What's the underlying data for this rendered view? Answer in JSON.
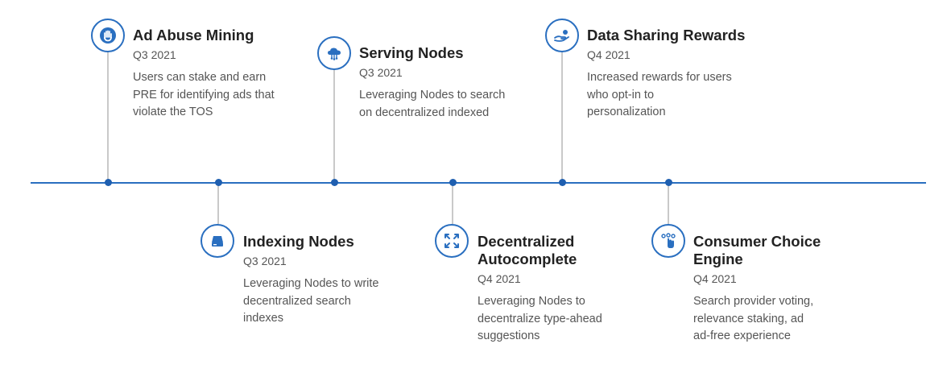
{
  "colors": {
    "accent": "#2a6fc0",
    "dot": "#1f5fb0",
    "stem": "#c9c9c9",
    "title": "#222222",
    "text": "#555555"
  },
  "milestones": [
    {
      "title_lines": [
        "Ad Abuse Mining"
      ],
      "date": "Q3 2021",
      "desc_lines": [
        "Users can stake and earn",
        "PRE for identifying ads that",
        "violate the TOS"
      ],
      "icon": "hand-stop-icon"
    },
    {
      "title_lines": [
        "Indexing Nodes"
      ],
      "date": "Q3 2021",
      "desc_lines": [
        "Leveraging Nodes to write",
        "decentralized search",
        "indexes"
      ],
      "icon": "hard-drive-icon"
    },
    {
      "title_lines": [
        "Serving Nodes"
      ],
      "date": "Q3 2021",
      "desc_lines": [
        "Leveraging Nodes to search",
        "on decentralized indexed"
      ],
      "icon": "cloud-network-icon"
    },
    {
      "title_lines": [
        "Decentralized",
        "Autocomplete"
      ],
      "date": "Q4 2021",
      "desc_lines": [
        "Leveraging Nodes to",
        "decentralize type-ahead",
        "suggestions"
      ],
      "icon": "expand-arrows-icon"
    },
    {
      "title_lines": [
        "Data Sharing Rewards"
      ],
      "date": "Q4 2021",
      "desc_lines": [
        "Increased rewards for users",
        "who opt-in to",
        "personalization"
      ],
      "icon": "hand-reward-icon"
    },
    {
      "title_lines": [
        "Consumer Choice",
        "Engine"
      ],
      "date": "Q4 2021",
      "desc_lines": [
        "Search provider voting,",
        "relevance staking, ad",
        "ad-free experience"
      ],
      "icon": "touch-choice-icon"
    }
  ]
}
